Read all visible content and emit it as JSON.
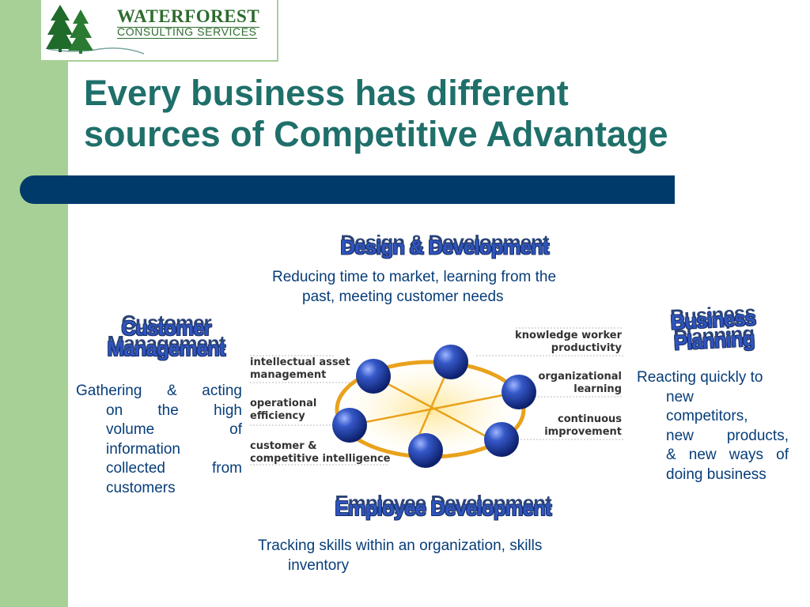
{
  "logo": {
    "name": "WATERFOREST",
    "subtitle": "CONSULTING SERVICES"
  },
  "slide": {
    "title_line1": "Every business has different",
    "title_line2": "sources of Competitive Advantage"
  },
  "sections": {
    "design": {
      "heading": "Design & Development",
      "desc_line1": "Reducing time to market, learning from the",
      "desc_line2": "past, meeting customer needs"
    },
    "customer": {
      "heading_line1": "Customer",
      "heading_line2": "Management",
      "desc_lines": [
        "Gathering & acting",
        "on the high",
        "volume of",
        "information",
        "collected from",
        "customers"
      ]
    },
    "business": {
      "heading_line1": "Business",
      "heading_line2": "Planning",
      "desc_lines": [
        "Reacting quickly to",
        "new",
        "competitors,",
        "new products,",
        "& new ways of",
        "doing business"
      ]
    },
    "employee": {
      "heading": "Employee Development",
      "desc_line1": "Tracking skills within an organization, skills",
      "desc_line2": "inventory"
    }
  },
  "diagram": {
    "labels_left": [
      [
        "intellectual asset",
        "management"
      ],
      [
        "operational",
        "efficiency"
      ],
      [
        "customer &",
        "competitive intelligence"
      ]
    ],
    "labels_right": [
      [
        "knowledge worker",
        "productivity"
      ],
      [
        "organizational",
        "learning"
      ],
      [
        "continuous",
        "improvement"
      ]
    ]
  },
  "colors": {
    "green_band": "#a7d096",
    "title": "#1f6f6a",
    "bar": "#003a6a",
    "body_text": "#073d79",
    "wordart": "#2f55c0",
    "sphere": "#2240a8",
    "ring": "#e9a21c"
  }
}
